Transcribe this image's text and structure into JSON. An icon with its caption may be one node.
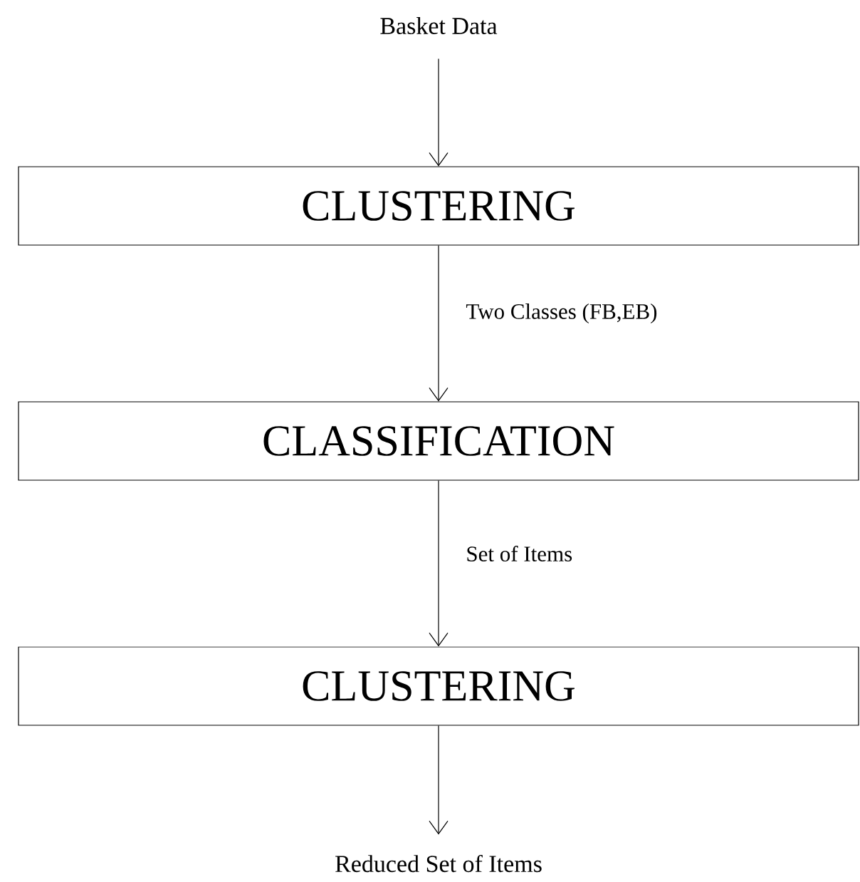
{
  "diagram": {
    "nodes": [
      {
        "text": [
          "Basket Data"
        ]
      },
      {
        "text": [
          "CLUSTERING"
        ]
      },
      {
        "text": [
          "CLASSIFICATION"
        ]
      },
      {
        "text": [
          "CLUSTERING"
        ]
      },
      {
        "text": [
          "Reduced Set of Items"
        ]
      }
    ],
    "edges": [
      {
        "from": 0,
        "to": 1,
        "arrow": "to"
      },
      {
        "from": 1,
        "to": 2,
        "arrow": "to",
        "label": "Two Classes (FB,EB)"
      },
      {
        "from": 2,
        "to": 3,
        "arrow": "to",
        "label": "Set of Items"
      },
      {
        "from": 3,
        "to": 4,
        "arrow": "to"
      }
    ]
  }
}
